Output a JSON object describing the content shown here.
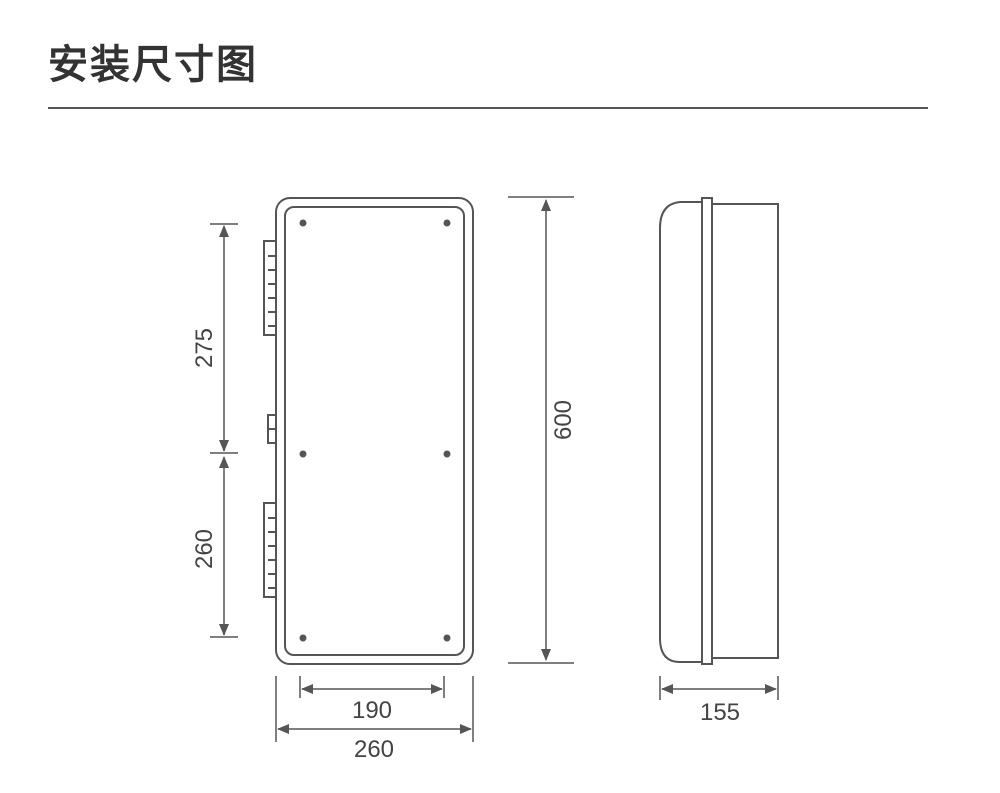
{
  "title": "安装尺寸图",
  "colors": {
    "stroke": "#555555",
    "text": "#444444",
    "title": "#333333"
  },
  "dimensions": {
    "upper_spacing": "275",
    "lower_spacing": "260",
    "height": "600",
    "inner_width": "190",
    "outer_width": "260",
    "depth": "155"
  }
}
